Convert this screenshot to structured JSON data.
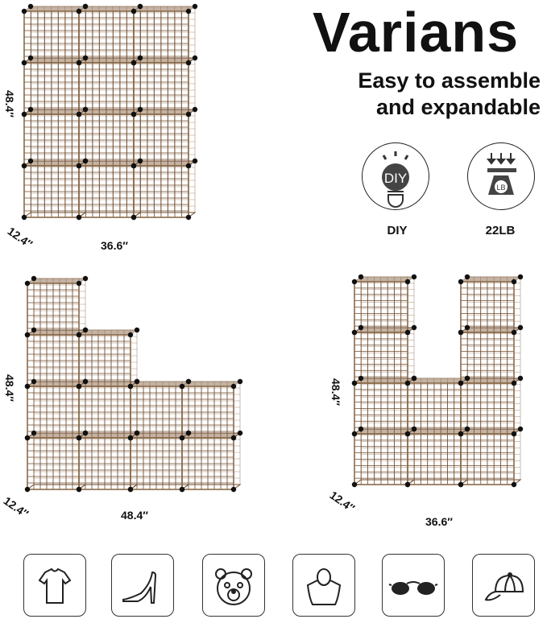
{
  "title": "Varians",
  "subtitle_lines": [
    "Easy to assemble",
    "and expandable"
  ],
  "features": [
    {
      "icon": "diy-bulb-icon",
      "label": "DIY",
      "badge_text": "DIY"
    },
    {
      "icon": "scale-weight-icon",
      "label": "22LB",
      "badge_text": "LB"
    }
  ],
  "shelves": [
    {
      "height": "48.4″",
      "width": "36.6″",
      "depth": "12.4″"
    },
    {
      "height": "48.4″",
      "width": "48.4″",
      "depth": "12.4″"
    },
    {
      "height": "48.4″",
      "width": "36.6″",
      "depth": "12.4″"
    }
  ],
  "use_icons": [
    "t-shirt-icon",
    "high-heel-icon",
    "teddy-bear-icon",
    "handbag-icon",
    "sunglasses-icon",
    "cap-icon"
  ],
  "colors": {
    "wire": "#6e4a2c",
    "frame": "#8a6a4a",
    "connector": "#111111"
  }
}
